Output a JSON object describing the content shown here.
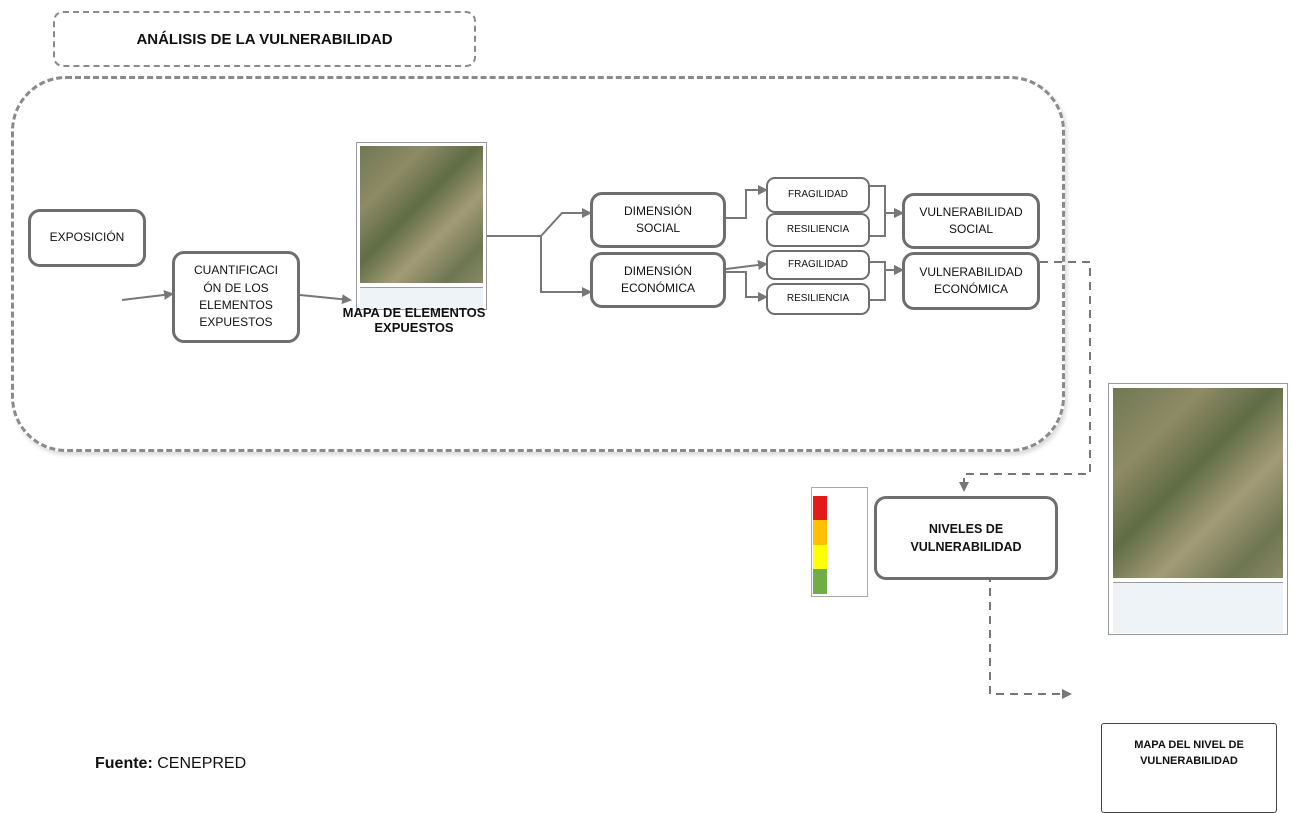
{
  "title": "ANÁLISIS DE LA VULNERABILIDAD",
  "nodes": {
    "exposicion": "EXPOSICIÓN",
    "cuantificacion": "CUANTIFICACI\nÓN DE LOS\nELEMENTOS\nEXPUESTOS",
    "dim_social": "DIMENSIÓN\nSOCIAL",
    "dim_economica": "DIMENSIÓN\nECONÓMICA",
    "fragilidad_1": "FRAGILIDAD",
    "resiliencia_1": "RESILIENCIA",
    "fragilidad_2": "FRAGILIDAD",
    "resiliencia_2": "RESILIENCIA",
    "vuln_social": "VULNERABILIDAD\nSOCIAL",
    "vuln_economica": "VULNERABILIDAD\nECONÓMICA",
    "niveles": "NIVELES DE\nVULNERABILIDAD",
    "mapa_nivel": "MAPA DEL NIVEL DE\nVULNERABILIDAD"
  },
  "labels": {
    "mapa_elementos": "MAPA DE ELEMENTOS\nEXPUESTOS"
  },
  "source": {
    "prefix": "Fuente:",
    "text": "CENEPRED"
  },
  "colors": {
    "border": "#6e6e6e",
    "dashed": "#8a8a8a",
    "arrow": "#777777",
    "legend_very_high": "#e31a1c",
    "legend_high": "#ffc000",
    "legend_medium": "#ffff00",
    "legend_low": "#70ad47"
  }
}
